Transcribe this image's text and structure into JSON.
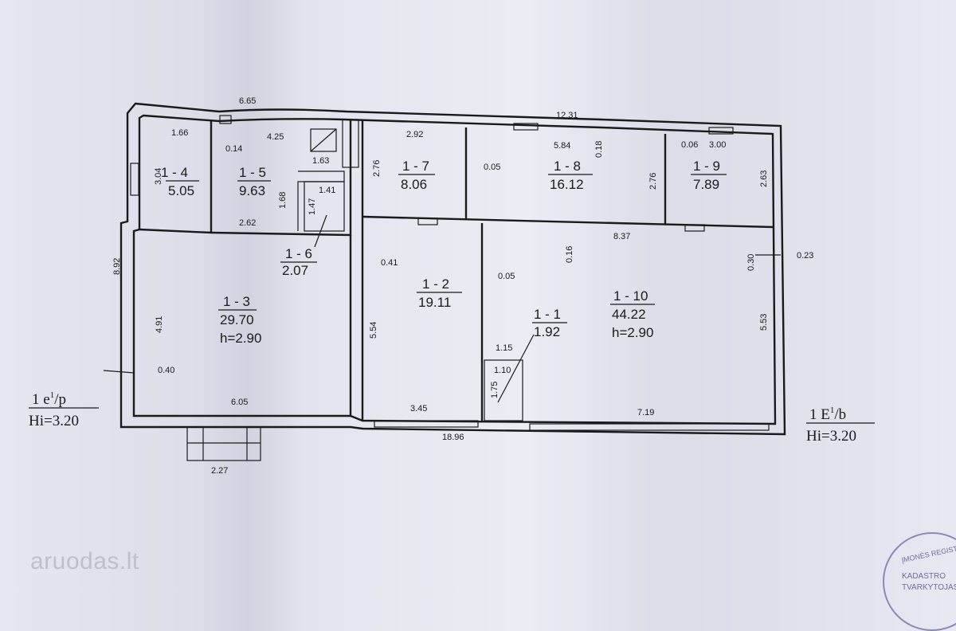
{
  "rooms": [
    {
      "id": "1 - 4",
      "area": "5.05"
    },
    {
      "id": "1 - 5",
      "area": "9.63"
    },
    {
      "id": "1 - 6",
      "area": "2.07"
    },
    {
      "id": "1 - 3",
      "area": "29.70",
      "height": "h=2.90"
    },
    {
      "id": "1 - 7",
      "area": "8.06"
    },
    {
      "id": "1 - 8",
      "area": "16.12"
    },
    {
      "id": "1 - 9",
      "area": "7.89"
    },
    {
      "id": "1 - 2",
      "area": "19.11"
    },
    {
      "id": "1 - 1",
      "area": "1.92"
    },
    {
      "id": "1 - 10",
      "area": "44.22",
      "height": "h=2.90"
    }
  ],
  "dimensions": {
    "d665": "6.65",
    "d1231": "12.31",
    "d166": "1.66",
    "d425": "4.25",
    "d292": "2.92",
    "d584": "5.84",
    "d006": "0.06",
    "d300": "3.00",
    "d014": "0.14",
    "d163": "1.63",
    "d018": "0.18",
    "d304": "3.04",
    "d168": "1.68",
    "d276a": "2.76",
    "d005a": "0.05",
    "d276b": "2.76",
    "d263": "2.63",
    "d141": "1.41",
    "d147": "1.47",
    "d262": "2.62",
    "d837": "8.37",
    "d892": "8.92",
    "d016": "0.16",
    "d030": "0.30",
    "d023": "0.23",
    "d041": "0.41",
    "d005b": "0.05",
    "d491": "4.91",
    "d554": "5.54",
    "d553": "5.53",
    "d115": "1.15",
    "d110": "1.10",
    "d175": "1.75",
    "d040": "0.40",
    "d605": "6.05",
    "d345": "3.45",
    "d719": "7.19",
    "d1896": "18.96",
    "d227": "2.27"
  },
  "side_labels": {
    "left_top": "1 e",
    "left_sup": "1",
    "left_rest": "/p",
    "left_bottom": "Hi=3.20",
    "right_top": "1 E",
    "right_sup": "1",
    "right_rest": "/b",
    "right_bottom": "Hi=3.20"
  },
  "watermark": "aruodas.lt",
  "stamp": {
    "top": "ĮMONĖS REGISTR",
    "mid": "KADASTRO",
    "bottom": "TVARKYTOJAS"
  }
}
